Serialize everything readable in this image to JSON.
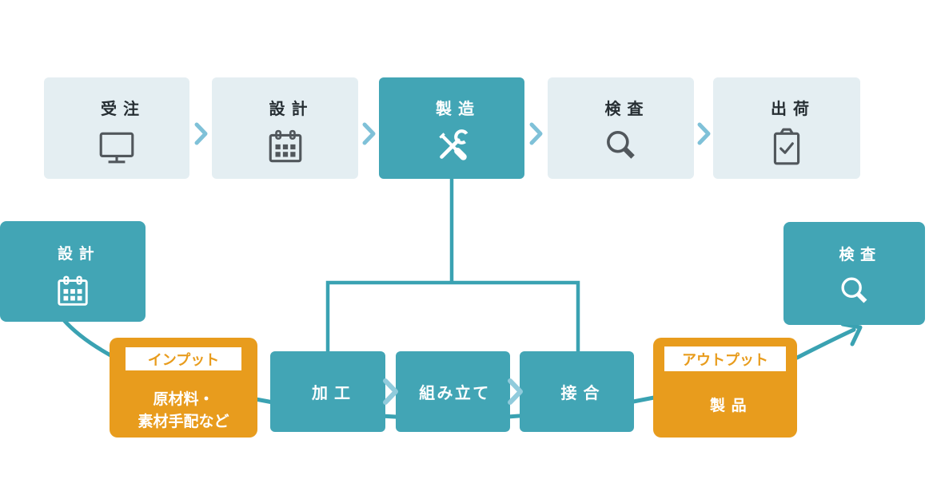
{
  "colors": {
    "teal": "#42a5b5",
    "light_box": "#e4eef2",
    "orange": "#e89c1d",
    "chevron": "#7fc1d8",
    "chevron_light": "#90cbdc",
    "line": "#3aa2b2",
    "icon_gray": "#51575c",
    "text_dark": "#262e33",
    "white": "#ffffff"
  },
  "top_flow": {
    "steps": [
      {
        "label": "受注",
        "icon": "monitor-icon",
        "highlighted": false
      },
      {
        "label": "設計",
        "icon": "calendar-icon",
        "highlighted": false
      },
      {
        "label": "製造",
        "icon": "tools-icon",
        "highlighted": true
      },
      {
        "label": "検査",
        "icon": "magnifier-icon",
        "highlighted": false
      },
      {
        "label": "出荷",
        "icon": "clipboard-check-icon",
        "highlighted": false
      }
    ]
  },
  "detail_flow": {
    "design": {
      "label": "設計",
      "icon": "calendar-icon"
    },
    "input": {
      "banner": "インプット",
      "lines": "原材料・\n素材手配など"
    },
    "steps": [
      {
        "label": "加工"
      },
      {
        "label": "組み立て"
      },
      {
        "label": "接合"
      }
    ],
    "output": {
      "banner": "アウトプット",
      "lines": "製品"
    },
    "inspection": {
      "label": "検査",
      "icon": "magnifier-icon"
    }
  }
}
